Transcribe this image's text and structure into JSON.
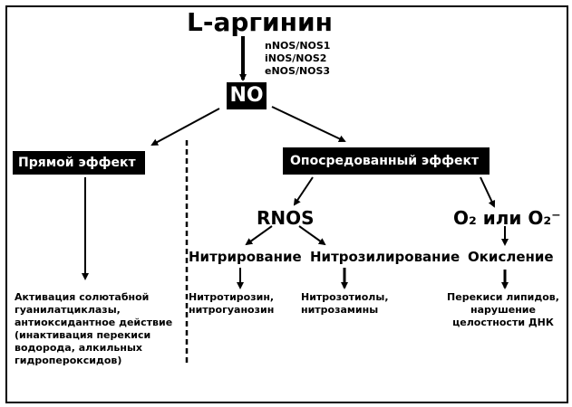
{
  "diagram": {
    "title": "L-аргинин",
    "enzymes": [
      "nNOS/NOS1",
      "iNOS/NOS2",
      "eNOS/NOS3"
    ],
    "no_label": "NO",
    "direct_effect": {
      "label": "Прямой эффект",
      "description": "Активация солютабной гуанилатциклазы, антиоксидантное действие (инактивация перекиси водорода, алкильных гидропероксидов)"
    },
    "indirect_effect": {
      "label": "Опосредованный эффект",
      "rnos": "RNOS",
      "oxygen": "O₂ или O₂⁻",
      "nitration": {
        "label": "Нитрирование",
        "result": "Нитротирозин, нитрогуанозин"
      },
      "nitrosylation": {
        "label": "Нитрозилирование",
        "result": "Нитрозотиолы, нитрозамины"
      },
      "oxidation": {
        "label": "Окисление",
        "result": "Перекиси липидов, нарушение целостности ДНК"
      }
    }
  }
}
